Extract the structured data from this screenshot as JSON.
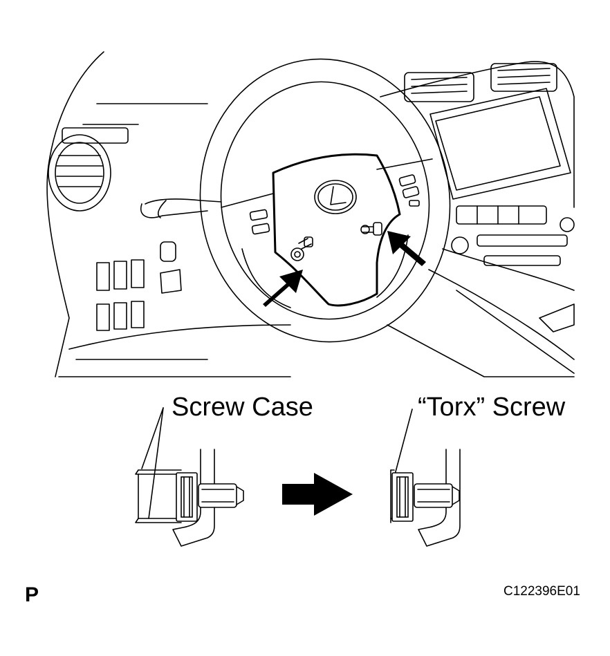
{
  "labels": {
    "screw_case": "Screw Case",
    "torx_screw": "“Torx” Screw",
    "page_marker": "P",
    "figure_code": "C122396E01"
  },
  "colors": {
    "line": "#000000",
    "background": "#ffffff"
  }
}
